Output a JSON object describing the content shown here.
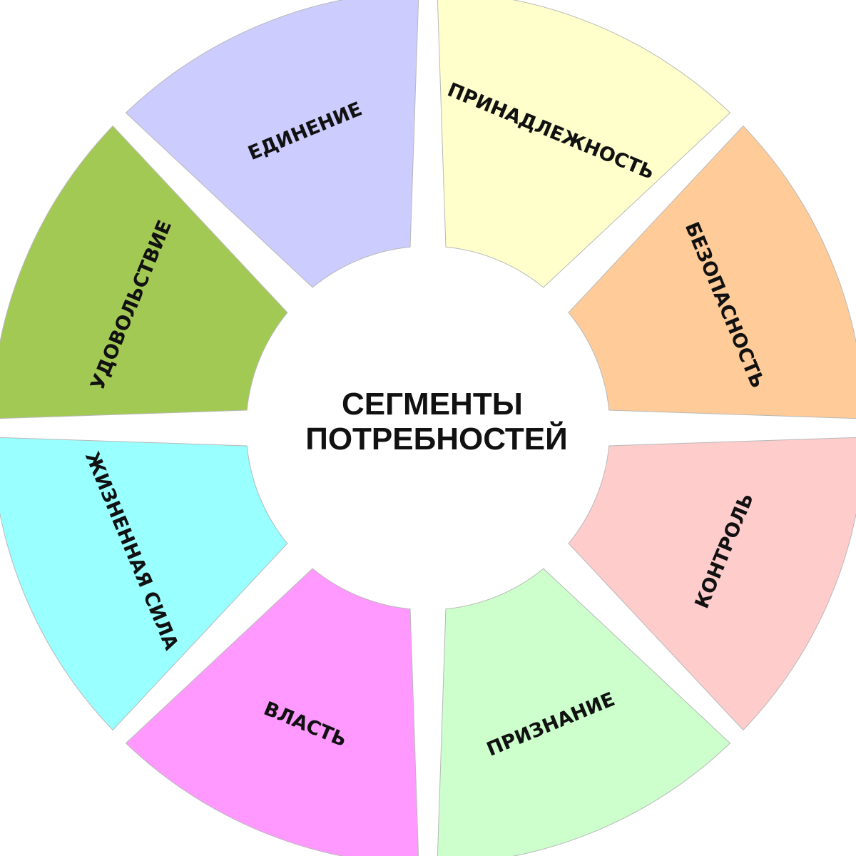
{
  "diagram": {
    "center": {
      "lines": [
        "СЕГМЕНТЫ",
        "ПОТРЕБНОСТЕЙ"
      ]
    },
    "segments": [
      {
        "label": "ПРИНАДЛЕЖНОСТЬ",
        "color": "#ffffcc"
      },
      {
        "label": "БЕЗОПАСНОСТЬ",
        "color": "#ffcc99"
      },
      {
        "label": "КОНТРОЛЬ",
        "color": "#ffcccc"
      },
      {
        "label": "ПРИЗНАНИЕ",
        "color": "#ccffcc"
      },
      {
        "label": "ВЛАСТЬ",
        "color": "#ff99ff"
      },
      {
        "label": "ЖИЗНЕННАЯ СИЛА",
        "color": "#99ffff"
      },
      {
        "label": "УДОВОЛЬСТВИЕ",
        "color": "#a3c955"
      },
      {
        "label": "ЕДИНЕНИЕ",
        "color": "#ccccff"
      }
    ]
  }
}
